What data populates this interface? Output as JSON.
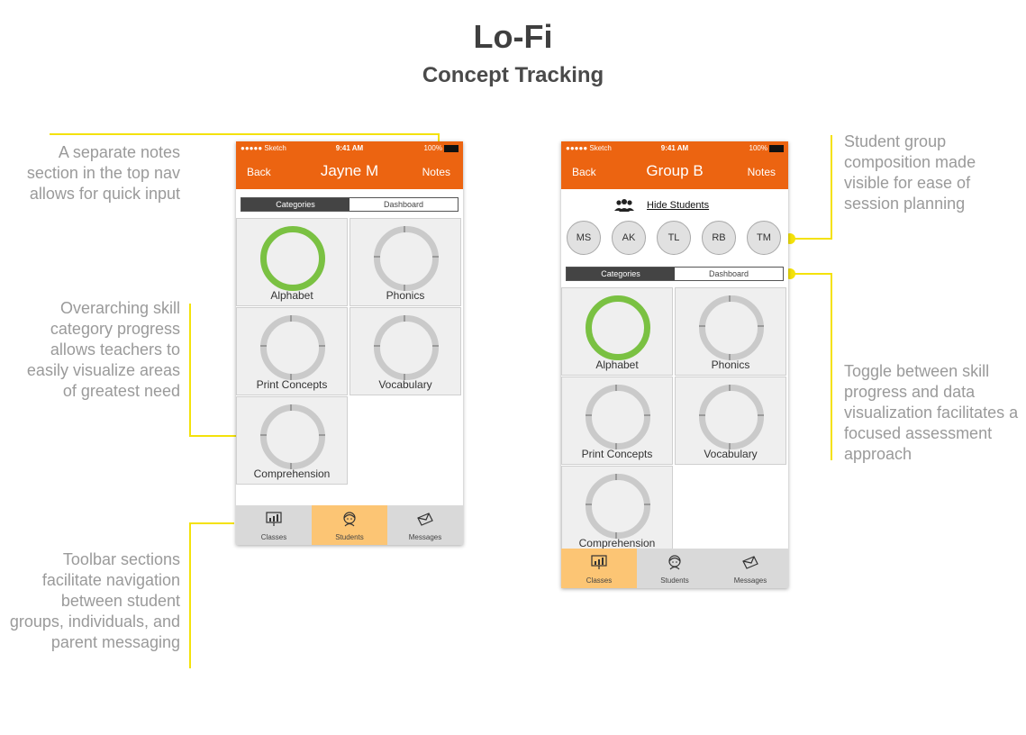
{
  "header": {
    "title": "Lo-Fi",
    "subtitle": "Concept Tracking"
  },
  "annotations": {
    "notes": "A separate notes section in the top nav allows for quick input",
    "progress": "Overarching skill category progress allows teachers to easily visualize areas of greatest need",
    "toolbar": "Toolbar sections facilitate navigation between student groups, individuals, and parent messaging",
    "group": "Student group composition made visible for ease of session planning",
    "toggle": "Toggle between skill progress and data visualization facilitates a focused assessment approach"
  },
  "colors": {
    "nav": "#ec6411",
    "complete_ring": "#7ac142",
    "empty_ring": "#cacaca",
    "active_tab": "#fcc574",
    "callout": "#f4e20a"
  },
  "phone_left": {
    "status": {
      "carrier": "●●●●● Sketch",
      "time": "9:41 AM",
      "battery": "100%"
    },
    "nav": {
      "back": "Back",
      "title": "Jayne M",
      "notes": "Notes"
    },
    "segment": {
      "categories": "Categories",
      "dashboard": "Dashboard"
    },
    "tiles": [
      {
        "label": "Alphabet",
        "complete": true
      },
      {
        "label": "Phonics",
        "complete": false
      },
      {
        "label": "Print Concepts",
        "complete": false
      },
      {
        "label": "Vocabulary",
        "complete": false
      },
      {
        "label": "Comprehension",
        "complete": false
      }
    ],
    "toolbar": {
      "classes": "Classes",
      "students": "Students",
      "messages": "Messages",
      "active": "students"
    }
  },
  "phone_right": {
    "status": {
      "carrier": "●●●●● Sketch",
      "time": "9:41 AM",
      "battery": "100%"
    },
    "nav": {
      "back": "Back",
      "title": "Group B",
      "notes": "Notes"
    },
    "hide_students": "Hide Students",
    "students": [
      "MS",
      "AK",
      "TL",
      "RB",
      "TM"
    ],
    "segment": {
      "categories": "Categories",
      "dashboard": "Dashboard"
    },
    "tiles": [
      {
        "label": "Alphabet",
        "complete": true
      },
      {
        "label": "Phonics",
        "complete": false
      },
      {
        "label": "Print Concepts",
        "complete": false
      },
      {
        "label": "Vocabulary",
        "complete": false
      },
      {
        "label": "Comprehension",
        "complete": false
      }
    ],
    "toolbar": {
      "classes": "Classes",
      "students": "Students",
      "messages": "Messages",
      "active": "classes"
    }
  }
}
